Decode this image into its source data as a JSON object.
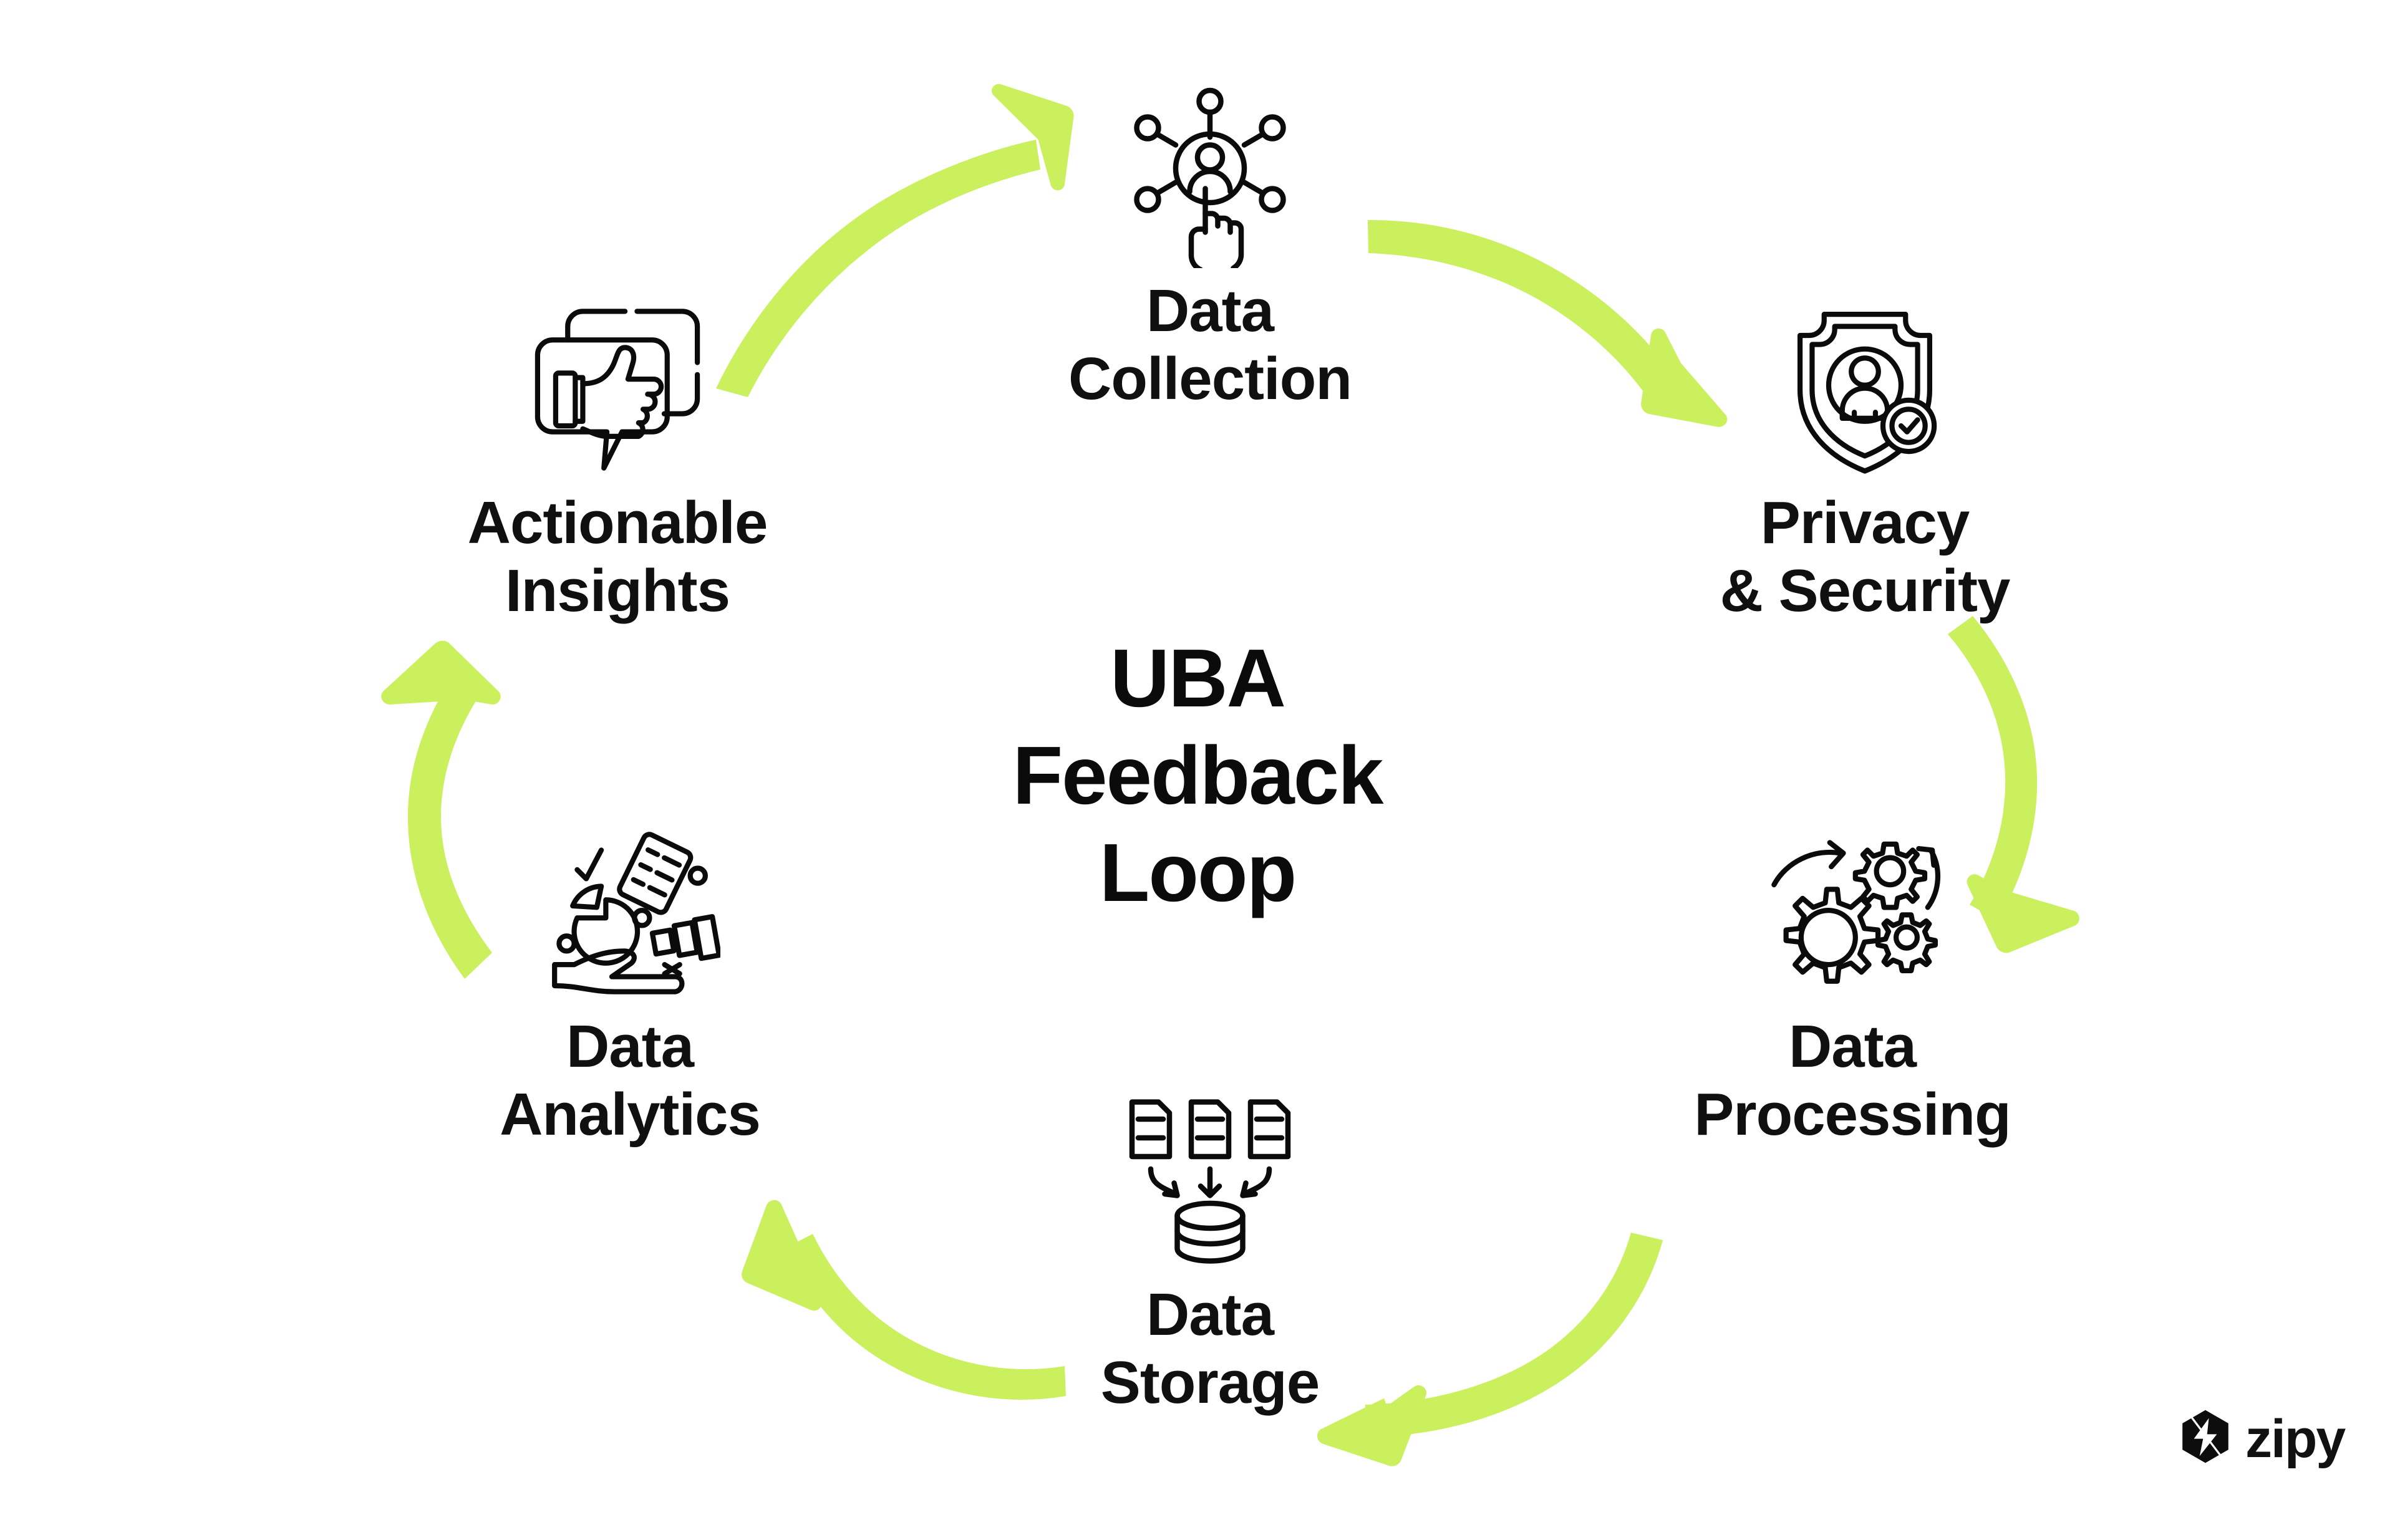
{
  "diagram": {
    "title": "UBA\nFeedback\nLoop",
    "accent_color": "#CBF05E",
    "ink_color": "#101010",
    "background_color": "#FFFFFF",
    "type": "cycle",
    "nodes": [
      {
        "id": "data-collection",
        "label": "Data\nCollection",
        "icon": "user-network-touch-icon",
        "position": "top"
      },
      {
        "id": "privacy-security",
        "label": "Privacy\n& Security",
        "icon": "shield-user-check-icon",
        "position": "top-right"
      },
      {
        "id": "data-processing",
        "label": "Data\nProcessing",
        "icon": "gears-rotation-icon",
        "position": "bottom-right"
      },
      {
        "id": "data-storage",
        "label": "Data\nStorage",
        "icon": "documents-database-icon",
        "position": "bottom"
      },
      {
        "id": "data-analytics",
        "label": "Data\nAnalytics",
        "icon": "hand-analytics-icon",
        "position": "bottom-left"
      },
      {
        "id": "actionable-insights",
        "label": "Actionable\nInsights",
        "icon": "thumbs-up-chat-icon",
        "position": "top-left"
      }
    ],
    "flow": [
      {
        "from": "actionable-insights",
        "to": "data-collection",
        "direction": "up-right"
      },
      {
        "from": "data-collection",
        "to": "privacy-security",
        "direction": "down-right"
      },
      {
        "from": "privacy-security",
        "to": "data-processing",
        "direction": "down"
      },
      {
        "from": "data-processing",
        "to": "data-storage",
        "direction": "left"
      },
      {
        "from": "data-storage",
        "to": "data-analytics",
        "direction": "up-left"
      },
      {
        "from": "data-analytics",
        "to": "actionable-insights",
        "direction": "up"
      }
    ]
  },
  "brand": {
    "name": "zipy",
    "mark": "zipy-bolt-hexagon-logo"
  }
}
